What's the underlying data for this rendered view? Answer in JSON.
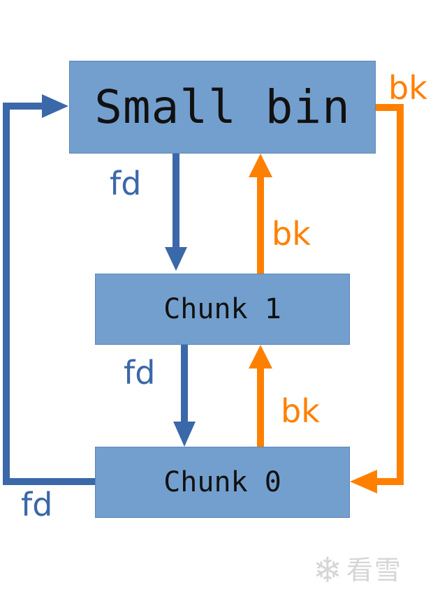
{
  "nodes": {
    "small_bin": "Small bin",
    "chunk_1": "Chunk 1",
    "chunk_0": "Chunk 0"
  },
  "edge_labels": {
    "fd_bin_to_chunk1": "fd",
    "fd_chunk1_to_chunk0": "fd",
    "fd_chunk0_to_bin": "fd",
    "bk_chunk1_to_bin": "bk",
    "bk_chunk0_to_chunk1": "bk",
    "bk_bin_to_chunk0": "bk"
  },
  "watermark": {
    "icon": "snowflake-icon",
    "text": "看雪"
  },
  "colors": {
    "box_fill": "#739fce",
    "fd_arrow": "#3b68a8",
    "bk_arrow": "#ff8000",
    "watermark": "#d6d6d6"
  }
}
